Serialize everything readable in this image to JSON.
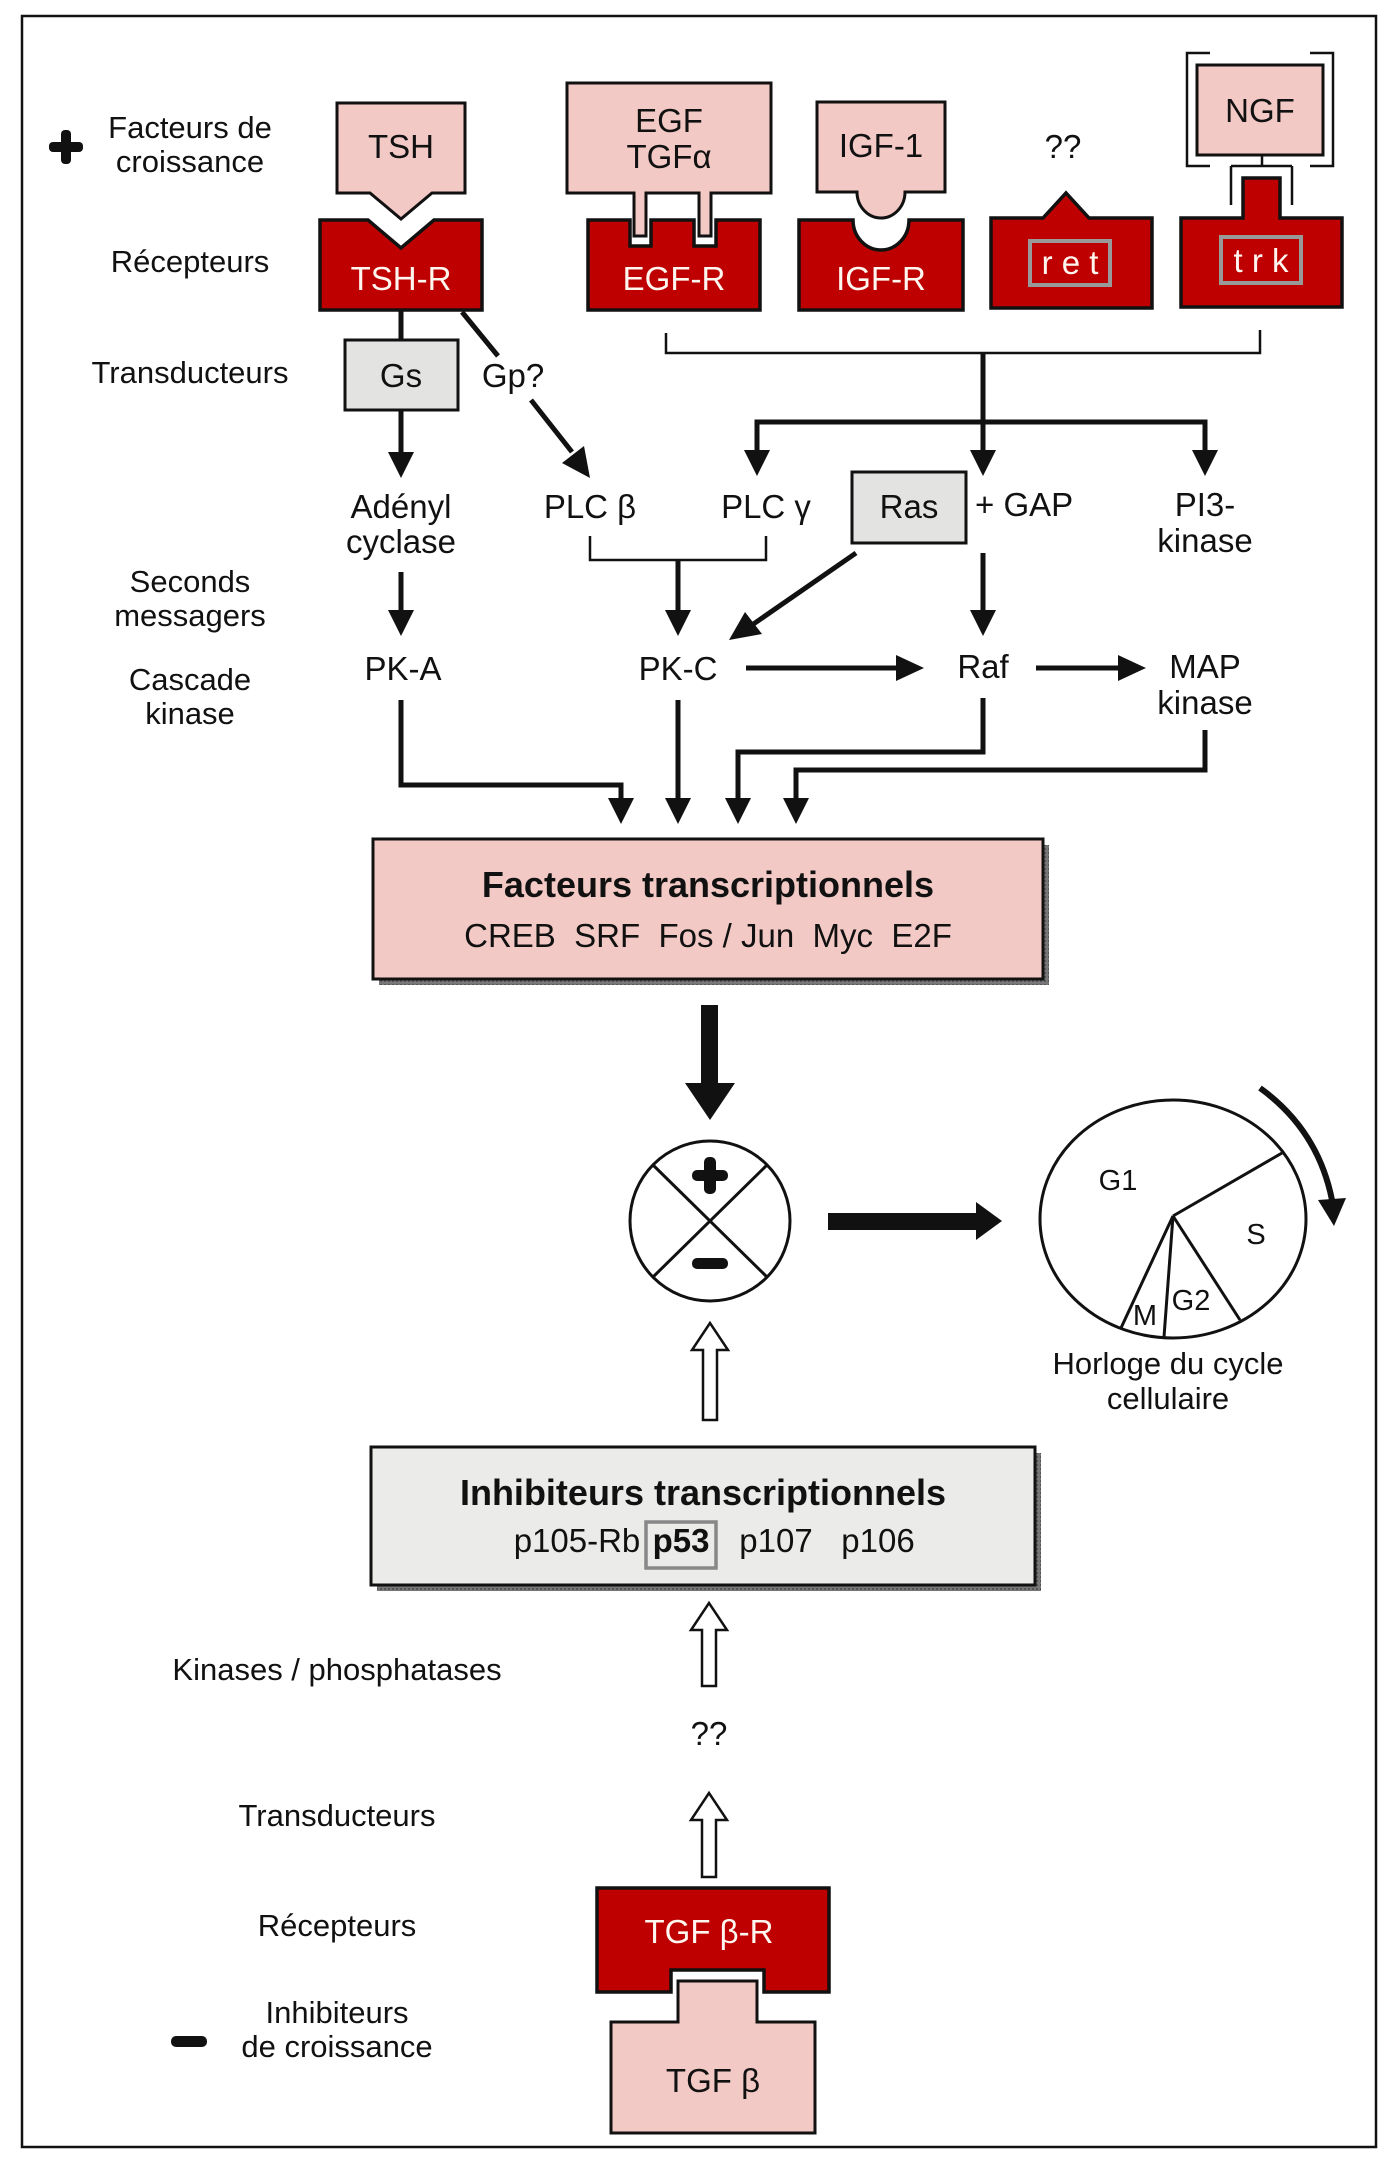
{
  "colors": {
    "ligand": "#f2c9c4",
    "receptor": "#bf0000",
    "transducer": "#e3e3e1",
    "tf_box": "#f2c9c4",
    "inhib_box": "#ebebe9"
  },
  "row_labels": {
    "plus_sign": "+",
    "growth_factors": [
      "Facteurs de",
      "croissance"
    ],
    "receptors": "Récepteurs",
    "transducers": "Transducteurs",
    "second_messengers": [
      "Seconds",
      "messagers"
    ],
    "kinase_cascade": [
      "Cascade",
      "kinase"
    ]
  },
  "ligands": {
    "tsh": "TSH",
    "egf": [
      "EGF",
      "TGFα"
    ],
    "igf": "IGF-1",
    "unknown": "??",
    "ngf": "NGF"
  },
  "receptors": {
    "tsh_r": "TSH-R",
    "egf_r": "EGF-R",
    "igf_r": "IGF-R",
    "ret": "r e t",
    "trk": "t r k"
  },
  "transducers": {
    "gs": "Gs",
    "gp": "Gp?",
    "ras": "Ras",
    "gap": "+ GAP"
  },
  "effectors": {
    "adenyl": [
      "Adényl",
      "cyclase"
    ],
    "plc_beta": "PLC β",
    "plc_gamma": "PLC γ",
    "pi3": [
      "PI3-",
      "kinase"
    ]
  },
  "kinases": {
    "pka": "PK-A",
    "pkc": "PK-C",
    "raf": "Raf",
    "map": [
      "MAP",
      "kinase"
    ]
  },
  "transcription_factors": {
    "title": "Facteurs transcriptionnels",
    "items": "CREB  SRF  Fos / Jun  Myc  E2F"
  },
  "integrator": {
    "plus": "+",
    "minus": "−"
  },
  "cell_cycle": {
    "phases": [
      "G1",
      "S",
      "G2",
      "M"
    ],
    "caption": [
      "Horloge du cycle",
      "cellulaire"
    ]
  },
  "transcription_inhibitors": {
    "title": "Inhibiteurs transcriptionnels",
    "items": [
      "p105-Rb",
      "p53",
      "p107",
      "p106"
    ],
    "highlighted": "p53"
  },
  "inhibitory_pathway": {
    "kinases_label": "Kinases / phosphatases",
    "unknown": "??",
    "transducers_label": "Transducteurs",
    "receptors_label": "Récepteurs",
    "minus_sign": "−",
    "inhibitors_label": [
      "Inhibiteurs",
      "de croissance"
    ],
    "receptor": "TGF β-R",
    "ligand": "TGF β"
  }
}
